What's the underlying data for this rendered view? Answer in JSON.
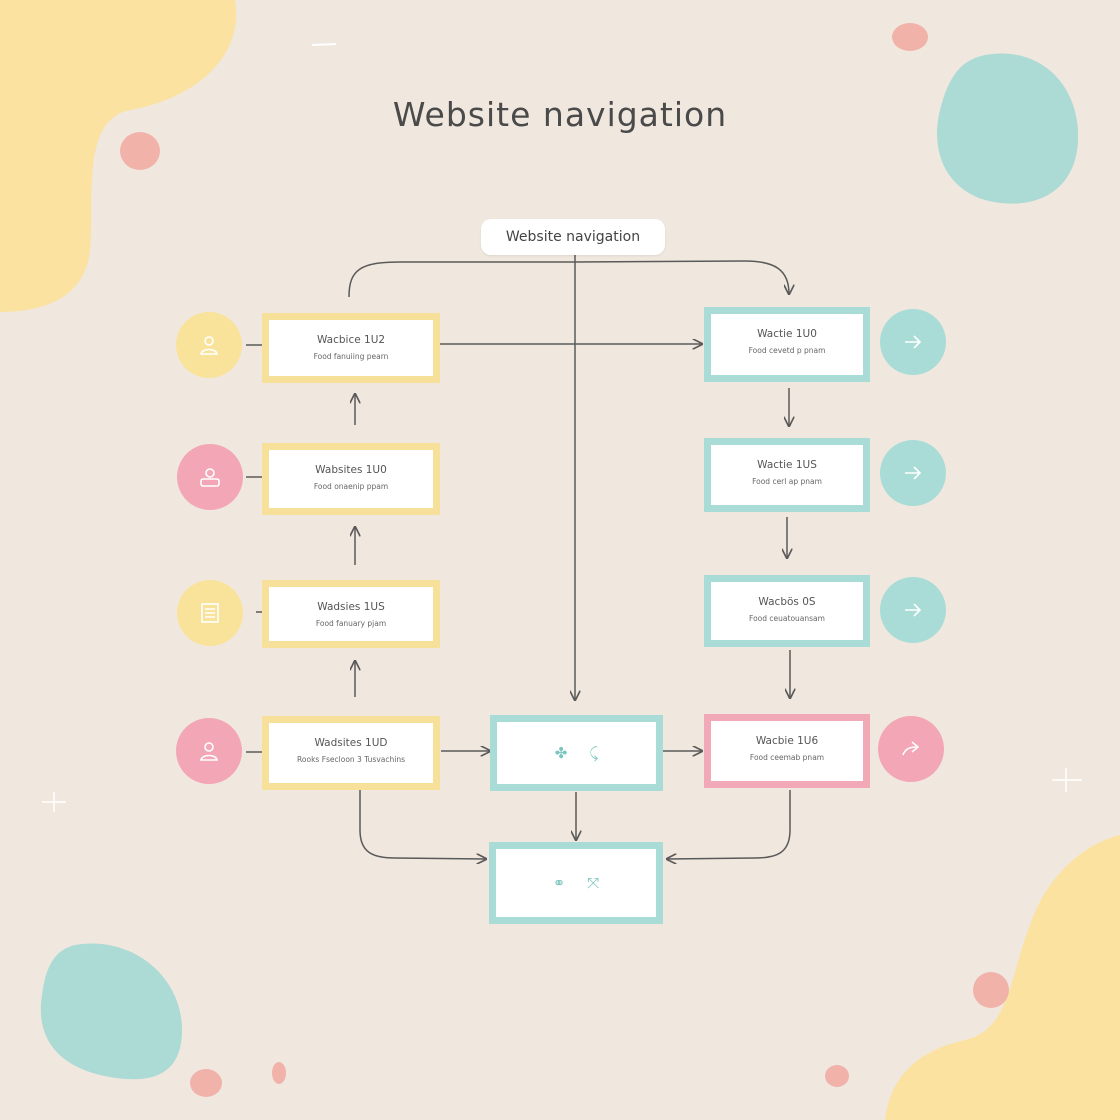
{
  "title": "Website navigation",
  "root_label": "Website navigation",
  "left_nodes": [
    {
      "title": "Wacbice 1U2",
      "subtitle": "Food fanuiing pearn",
      "icon": "user-icon"
    },
    {
      "title": "Wabsites 1U0",
      "subtitle": "Food onaenip ppam",
      "icon": "user-badge-icon"
    },
    {
      "title": "Wadsies 1US",
      "subtitle": "Food fanuary pjam",
      "icon": "document-icon"
    },
    {
      "title": "Wadsites 1UD",
      "subtitle": "Rooks  Fsecloon  3  Tusvachins",
      "icon": "user-icon"
    }
  ],
  "right_nodes": [
    {
      "title": "Wactie 1U0",
      "subtitle": "Food cevetd p pnam",
      "icon": "arrow-right-icon"
    },
    {
      "title": "Wactie 1US",
      "subtitle": "Food cerl ap pnam",
      "icon": "arrow-right-icon"
    },
    {
      "title": "Wacbös 0S",
      "subtitle": "Food ceuatouansam",
      "icon": "arrow-right-icon"
    },
    {
      "title": "Wacbie 1U6",
      "subtitle": "Food ceemab pnam",
      "icon": "share-arrow-icon"
    }
  ],
  "center_nodes": [
    {
      "glyphs": [
        "✤",
        "⤹"
      ]
    },
    {
      "glyphs": [
        "⚭",
        "⤧"
      ]
    }
  ],
  "colors": {
    "background": "#f0e8de",
    "yellow": "#f7e09a",
    "teal": "#a9dcd6",
    "pink": "#f1a9b8",
    "line": "#5a5a5a"
  }
}
